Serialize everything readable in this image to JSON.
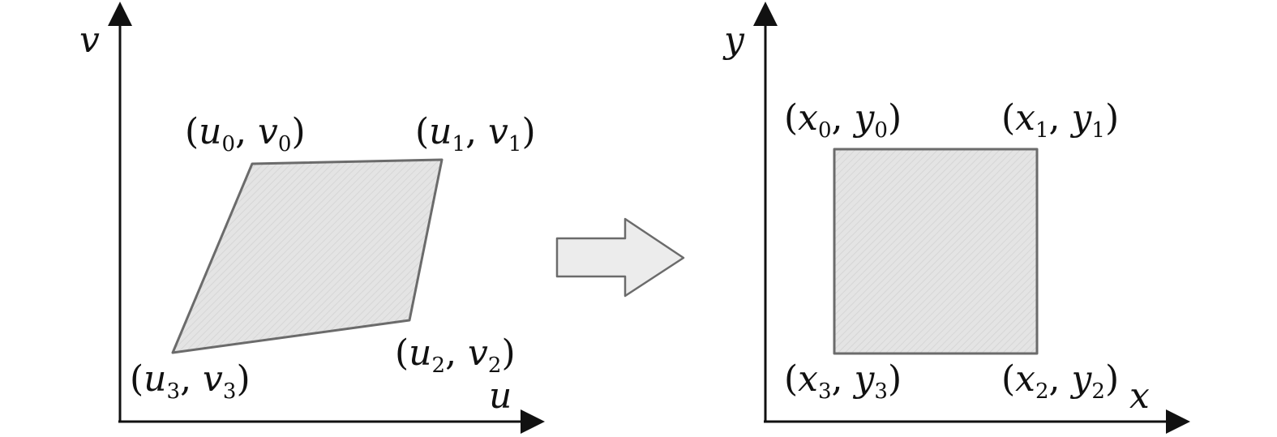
{
  "left_panel": {
    "axes": {
      "x_label": "u",
      "y_label": "v"
    },
    "corners": [
      {
        "open": "(",
        "a": "u",
        "a_sub": "0",
        "sep": ", ",
        "b": "v",
        "b_sub": "0",
        "close": ")"
      },
      {
        "open": "(",
        "a": "u",
        "a_sub": "1",
        "sep": ", ",
        "b": "v",
        "b_sub": "1",
        "close": ")"
      },
      {
        "open": "(",
        "a": "u",
        "a_sub": "2",
        "sep": ", ",
        "b": "v",
        "b_sub": "2",
        "close": ")"
      },
      {
        "open": "(",
        "a": "u",
        "a_sub": "3",
        "sep": ", ",
        "b": "v",
        "b_sub": "3",
        "close": ")"
      }
    ]
  },
  "right_panel": {
    "axes": {
      "x_label": "x",
      "y_label": "y"
    },
    "corners": [
      {
        "open": "(",
        "a": "x",
        "a_sub": "0",
        "sep": ", ",
        "b": "y",
        "b_sub": "0",
        "close": ")"
      },
      {
        "open": "(",
        "a": "x",
        "a_sub": "1",
        "sep": ", ",
        "b": "y",
        "b_sub": "1",
        "close": ")"
      },
      {
        "open": "(",
        "a": "x",
        "a_sub": "2",
        "sep": ", ",
        "b": "y",
        "b_sub": "2",
        "close": ")"
      },
      {
        "open": "(",
        "a": "x",
        "a_sub": "3",
        "sep": ", ",
        "b": "y",
        "b_sub": "3",
        "close": ")"
      }
    ]
  },
  "colors": {
    "shape_fill": "#e3e3e3",
    "shape_stroke": "#6b6b6b",
    "arrow_fill": "#ececec",
    "axis": "#111111"
  }
}
